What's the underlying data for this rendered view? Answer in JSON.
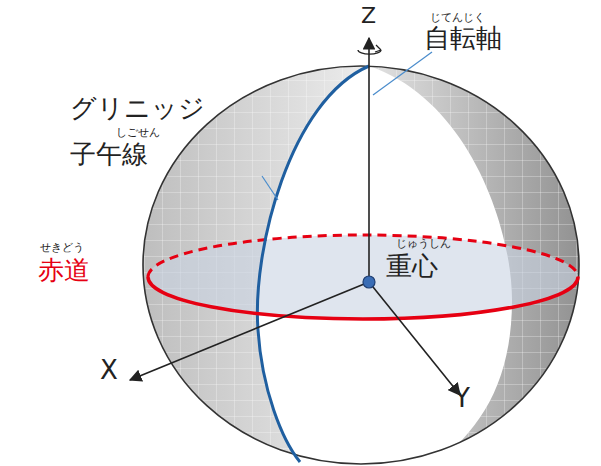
{
  "diagram": {
    "labels": [
      "Z",
      "じてんじく",
      "自転軸",
      "グリニッジ",
      "しごせん",
      "子午線",
      "せきどう",
      "赤道",
      "じゅうしん",
      "重心",
      "X",
      "Y"
    ]
  }
}
